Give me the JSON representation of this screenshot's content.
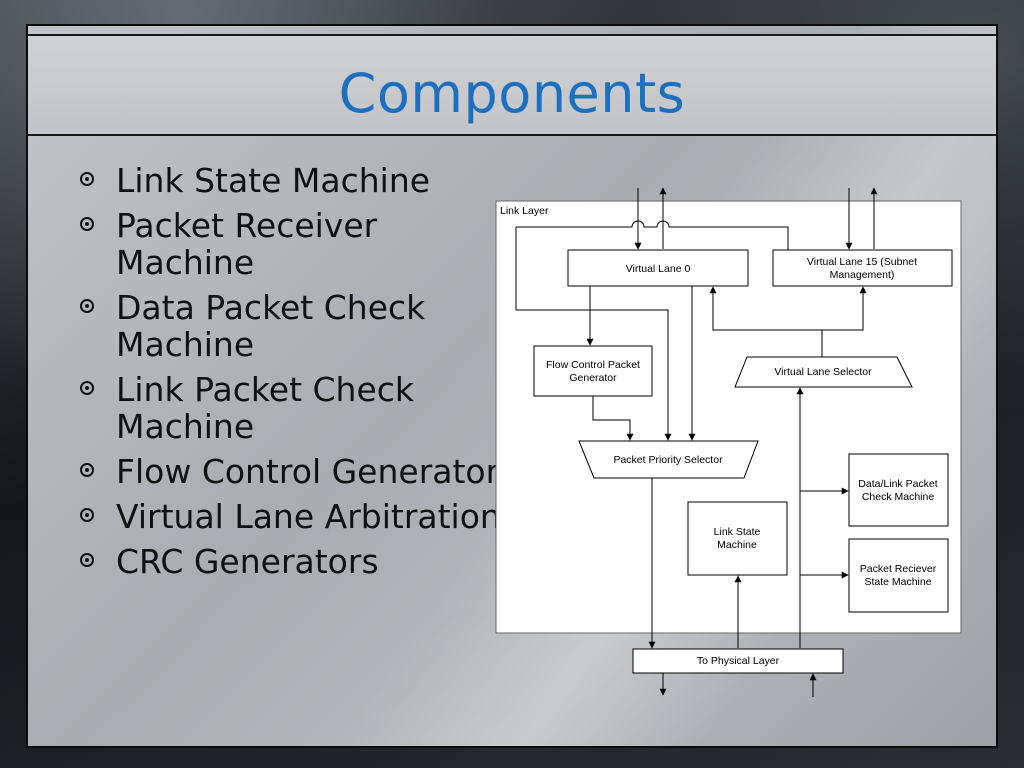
{
  "slide": {
    "title": "Components",
    "bullets": [
      "Link State Machine",
      "Packet Receiver Machine",
      "Data Packet Check Machine",
      "Link Packet Check Machine",
      "Flow Control Generator",
      "Virtual Lane Arbitration",
      "CRC Generators"
    ]
  },
  "diagram": {
    "container_label": "Link Layer",
    "blocks": {
      "virtual_lane_0": "Virtual Lane 0",
      "virtual_lane_15_line1": "Virtual Lane 15 (Subnet",
      "virtual_lane_15_line2": "Management)",
      "flow_control_line1": "Flow Control Packet",
      "flow_control_line2": "Generator",
      "virtual_lane_selector": "Virtual Lane Selector",
      "packet_priority_selector": "Packet Priority Selector",
      "data_link_check_line1": "Data/Link Packet",
      "data_link_check_line2": "Check Machine",
      "link_state_line1": "Link State",
      "link_state_line2": "Machine",
      "packet_receiver_line1": "Packet Reciever",
      "packet_receiver_line2": "State Machine",
      "physical_layer": "To Physical Layer"
    }
  }
}
